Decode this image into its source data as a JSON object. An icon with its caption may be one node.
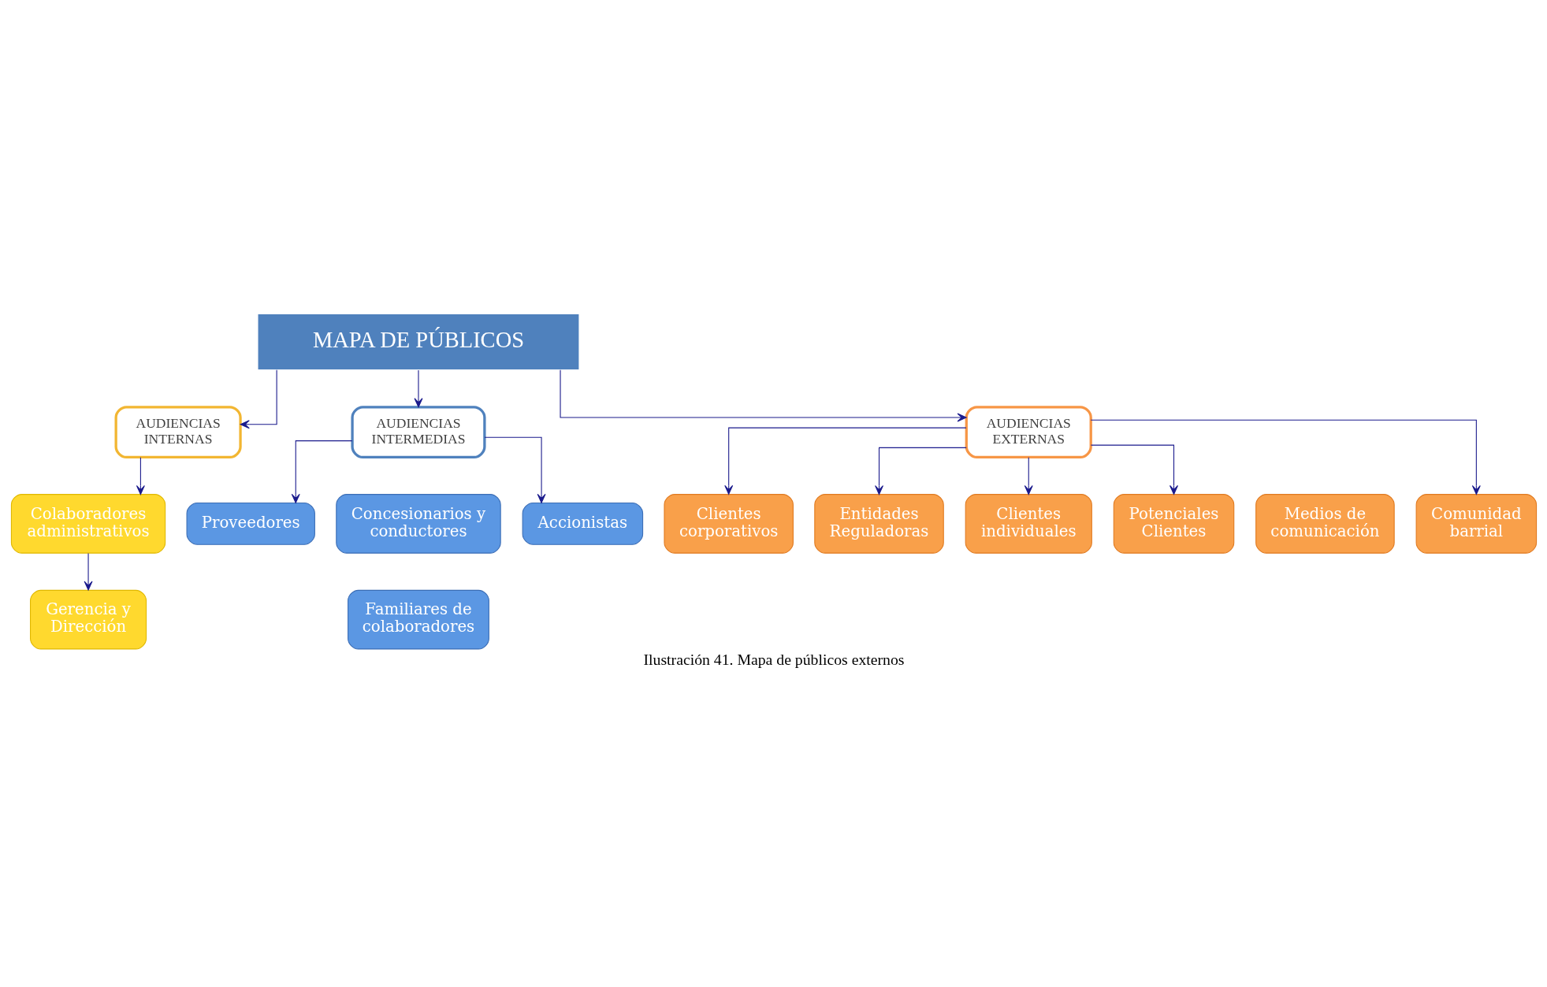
{
  "diagram": {
    "caption": "Ilustración 41. Mapa de públicos externos",
    "nodes": [
      {
        "text": [
          "MAPA DE PÚBLICOS"
        ]
      },
      {
        "text": [
          "AUDIENCIAS INTERNAS"
        ]
      },
      {
        "text": [
          "AUDIENCIAS INTERMEDIAS"
        ]
      },
      {
        "text": [
          "AUDIENCIAS EXTERNAS"
        ]
      },
      {
        "text": [
          "Colaboradores administrativos"
        ]
      },
      {
        "text": [
          "Gerencia y Dirección"
        ]
      },
      {
        "text": [
          "Proveedores"
        ]
      },
      {
        "text": [
          "Concesionarios y conductores"
        ]
      },
      {
        "text": [
          "Familiares de colaboradores"
        ]
      },
      {
        "text": [
          "Accionistas"
        ]
      },
      {
        "text": [
          "Clientes corporativos"
        ]
      },
      {
        "text": [
          "Entidades Reguladoras"
        ]
      },
      {
        "text": [
          "Clientes individuales"
        ]
      },
      {
        "text": [
          "Potenciales Clientes"
        ]
      },
      {
        "text": [
          "Medios de comunicación"
        ]
      },
      {
        "text": [
          "Comunidad barrial"
        ]
      }
    ],
    "edges": [
      {
        "from": 0,
        "to": 1,
        "arrow": "to"
      },
      {
        "from": 0,
        "to": 2,
        "arrow": "to"
      },
      {
        "from": 0,
        "to": 3,
        "arrow": "to"
      },
      {
        "from": 1,
        "to": 4,
        "arrow": "to"
      },
      {
        "from": 4,
        "to": 5,
        "arrow": "to"
      },
      {
        "from": 2,
        "to": 6,
        "arrow": "to"
      },
      {
        "from": 2,
        "to": 9,
        "arrow": "to"
      },
      {
        "from": 3,
        "to": 10,
        "arrow": "to"
      },
      {
        "from": 3,
        "to": 12,
        "arrow": "to"
      },
      {
        "from": 3,
        "to": 15,
        "arrow": "to"
      },
      {
        "from": 3,
        "to": 13,
        "arrow": "to"
      },
      {
        "from": 3,
        "to": 11,
        "arrow": "to"
      }
    ]
  }
}
